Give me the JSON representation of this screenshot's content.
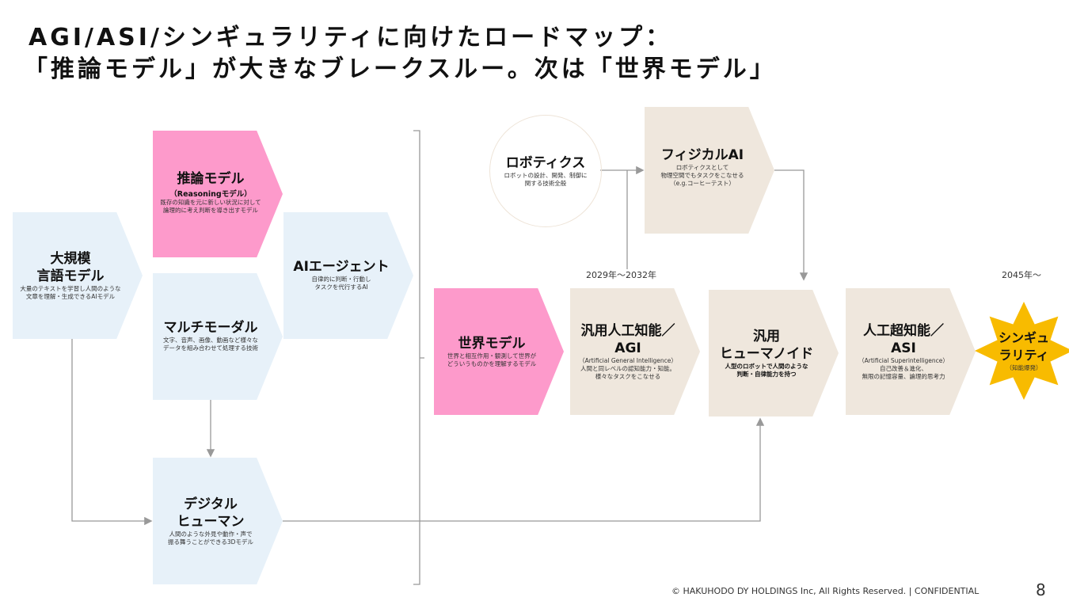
{
  "title": {
    "line1": "AGI/ASI/シンギュラリティに向けたロードマップ：",
    "line2": "「推論モデル」が大きなブレークスルー。次は「世界モデル」"
  },
  "nodes": {
    "llm": {
      "title1": "大規模",
      "title2": "言語モデル",
      "desc1": "大量のテキストを学習し人間のような",
      "desc2": "文章を理解・生成できるAIモデル"
    },
    "reasoning": {
      "title": "推論モデル",
      "subtitle": "（Reasoningモデル）",
      "desc1": "既存の知識を元に新しい状況に対して",
      "desc2": "論理的に考え判断を導き出すモデル"
    },
    "multimodal": {
      "title": "マルチモーダル",
      "desc1": "文字、音声、画像、動画など様々な",
      "desc2": "データを組み合わせて処理する技術"
    },
    "agent": {
      "title": "AIエージェント",
      "desc1": "自律的に判断・行動し",
      "desc2": "タスクを代行するAI"
    },
    "digital_human": {
      "title1": "デジタル",
      "title2": "ヒューマン",
      "desc1": "人間のような外見や動作・声で",
      "desc2": "振る舞うことができる3Dモデル"
    },
    "robotics": {
      "title": "ロボティクス",
      "desc1": "ロボットの設計、開発、制御に",
      "desc2": "関する技術全般"
    },
    "physical_ai": {
      "title": "フィジカルAI",
      "desc1": "ロボティクスとして",
      "desc2": "物理空間でもタスクをこなせる",
      "desc3": "（e.g.コーヒーテスト）"
    },
    "world_model": {
      "title": "世界モデル",
      "desc1": "世界と相互作用・観測して世界が",
      "desc2": "どういうものかを理解するモデル"
    },
    "agi": {
      "title1": "汎用人工知能／",
      "title2": "AGI",
      "desc0": "（Artificial General Intelligence）",
      "desc1": "人間と同レベルの認知能力・知能。",
      "desc2": "様々なタスクをこなせる"
    },
    "humanoid": {
      "title1": "汎用",
      "title2": "ヒューマノイド",
      "desc1": "人型のロボットで人間のような",
      "desc2": "判断・自律能力を持つ"
    },
    "asi": {
      "title1": "人工超知能／",
      "title2": "ASI",
      "desc0": "（Artificial Superintelligence）",
      "desc1": "自己改善＆進化、",
      "desc2": "無限の記憶容量、論理的思考力"
    },
    "singularity": {
      "title1": "シンギュ",
      "title2": "ラリティ",
      "desc": "（知能爆発）"
    }
  },
  "years": {
    "agi": "2029年～2032年",
    "singularity": "2045年～"
  },
  "footer": {
    "copyright": "© HAKUHODO DY HOLDINGS  Inc, All  Rights  Reserved. | CONFIDENTIAL",
    "page": "8"
  },
  "colors": {
    "pink": "#fd9acb",
    "light_blue": "#e7f1f9",
    "beige": "#efe7dd",
    "yellow": "#f8bb00",
    "connector": "#999999"
  }
}
